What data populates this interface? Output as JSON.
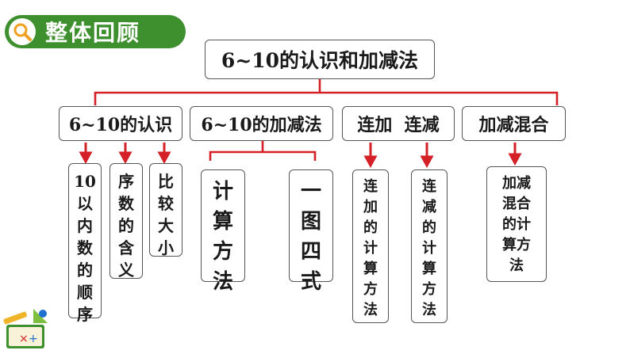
{
  "header": {
    "title": "整体回顾",
    "icon": "magnifier-icon"
  },
  "root": "6~10的认识和加减法",
  "branches": [
    {
      "label": "6~10的认识",
      "leaves": [
        "10以内数的顺序",
        "序数的含义",
        "比较大小"
      ]
    },
    {
      "label": "6~10的加减法",
      "leaves": [
        "计算方法",
        "一图四式"
      ]
    },
    {
      "label": "连加  连减",
      "leaves": [
        "连加的计算方法",
        "连减的计算方法"
      ]
    },
    {
      "label": "加减混合",
      "leaves": [
        "加减混合的计算方法"
      ]
    }
  ],
  "colors": {
    "accent_green": "#3e8f2e",
    "bracket_red": "#d42027",
    "border": "#555555"
  }
}
